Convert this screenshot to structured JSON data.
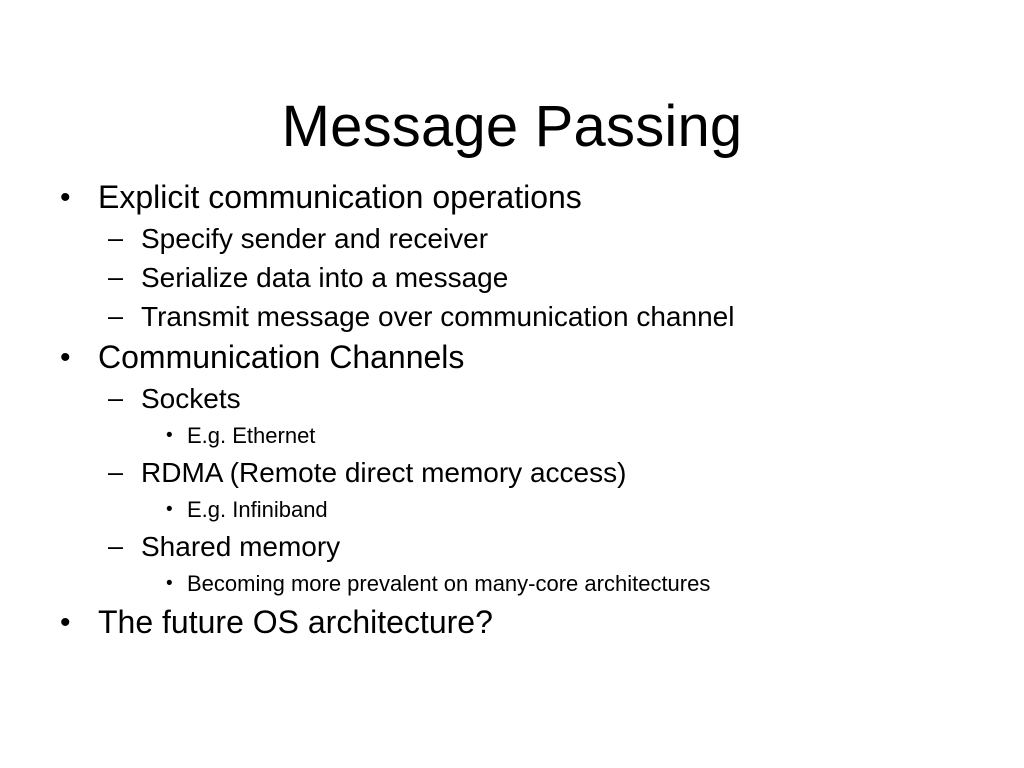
{
  "slide": {
    "title": "Message Passing",
    "background_color": "#FFFFFF",
    "title_color": "#000000",
    "accent_blue": "#0000CC",
    "accent_red": "#EE1111",
    "body_color": "#000000",
    "markers": {
      "level1": "•",
      "level2": "–",
      "level3": "•"
    },
    "bullets": [
      {
        "level": 1,
        "color": "#0000CC",
        "text": "Explicit communication operations"
      },
      {
        "level": 2,
        "color": "#000000",
        "text": "Specify sender and receiver"
      },
      {
        "level": 2,
        "color": "#000000",
        "text": "Serialize data into a message"
      },
      {
        "level": 2,
        "color": "#000000",
        "text": "Transmit message over communication channel"
      },
      {
        "level": 1,
        "color": "#0000CC",
        "text": "Communication Channels"
      },
      {
        "level": 2,
        "color": "#000000",
        "text": "Sockets"
      },
      {
        "level": 3,
        "color": "#000000",
        "text": "E.g. Ethernet"
      },
      {
        "level": 2,
        "color": "#000000",
        "text": "RDMA (Remote direct memory access)"
      },
      {
        "level": 3,
        "color": "#000000",
        "text": "E.g. Infiniband"
      },
      {
        "level": 2,
        "color": "#000000",
        "text": "Shared memory"
      },
      {
        "level": 3,
        "color": "#000000",
        "text": "Becoming more prevalent on many-core architectures"
      },
      {
        "level": 1,
        "color": "#EE1111",
        "text": "The future OS architecture?"
      }
    ]
  }
}
